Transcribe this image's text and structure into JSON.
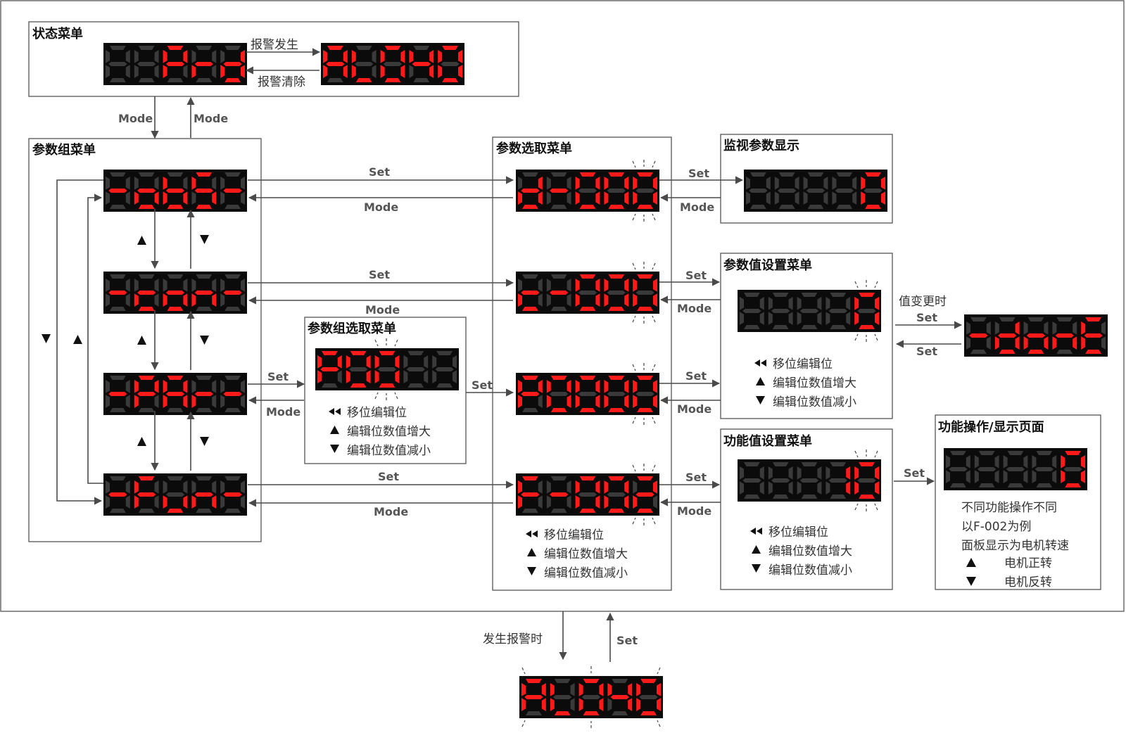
{
  "colors": {
    "segment_on": "#ff1a1a",
    "segment_off": "#3a3a3a",
    "display_bg": "#0b0b0b"
  },
  "boxes": {
    "status_menu": "状态菜单",
    "param_group_menu": "参数组菜单",
    "param_select_menu": "参数选取菜单",
    "monitor_display": "监视参数显示",
    "param_value_menu": "参数值设置菜单",
    "group_select_menu": "参数组选取菜单",
    "function_value_menu": "功能值设置菜单",
    "function_page": "功能操作/显示页面"
  },
  "displays": {
    "rdy": [
      "",
      "",
      "P",
      "r",
      "d"
    ],
    "alarm_top": [
      "A",
      "L",
      "0",
      "4",
      "0"
    ],
    "obs": [
      "-",
      "o",
      "b",
      "S",
      "-"
    ],
    "con": [
      "-",
      "c",
      "o",
      "n",
      "-"
    ],
    "par": [
      "-",
      "P",
      "A",
      "r",
      "-"
    ],
    "fun": [
      "-",
      "F",
      "u",
      "n",
      "-"
    ],
    "d000": [
      "d",
      "-",
      "0",
      "0",
      "0"
    ],
    "c000": [
      "c",
      "-",
      "0",
      "0",
      "0"
    ],
    "p0000": [
      "P",
      "0",
      "0",
      "0",
      "0"
    ],
    "f002": [
      "F",
      "-",
      "0",
      "0",
      "2"
    ],
    "monitor": [
      "",
      "",
      "",
      "",
      "0"
    ],
    "pvalue": [
      "",
      "",
      "",
      "",
      "0"
    ],
    "group_sel": [
      "P",
      "0",
      "0",
      "",
      ""
    ],
    "done": [
      "-",
      "d",
      "o",
      "n",
      "E"
    ],
    "fvalue": [
      "",
      "",
      "",
      "1",
      "0"
    ],
    "fpage": [
      "",
      "",
      "",
      "",
      "0"
    ],
    "alarm_bottom": [
      "A",
      "L",
      "0",
      "4",
      "0"
    ]
  },
  "labels": {
    "alarm_occur": "报警发生",
    "alarm_clear": "报警清除",
    "mode": "Mode",
    "set": "Set",
    "value_changed": "值变更时",
    "alarm_when": "发生报警时"
  },
  "legend": {
    "shift": "移位编辑位",
    "inc": "编辑位数值增大",
    "dec": "编辑位数值减小"
  },
  "fpage_notes": {
    "line1": "不同功能操作不同",
    "line2": "以F-002为例",
    "line3": "面板显示为电机转速",
    "fwd": "电机正转",
    "rev": "电机反转"
  }
}
